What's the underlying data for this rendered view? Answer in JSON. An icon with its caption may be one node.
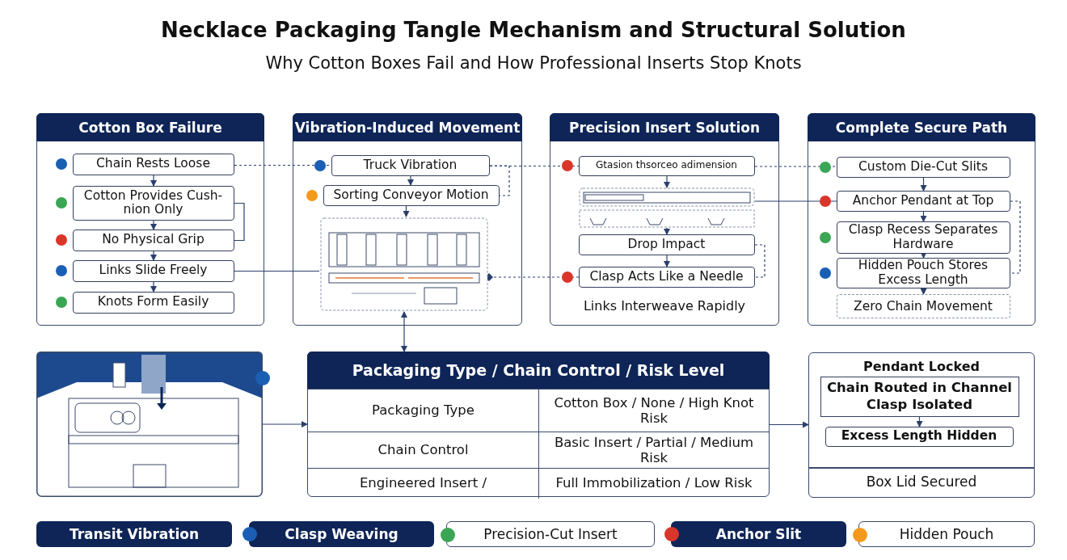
{
  "diagram": {
    "title": "Necklace Packaging Tangle Mechanism and Structural Solution",
    "nodes": [
      {
        "text": [
          "Cotton Box Failure"
        ]
      },
      {
        "text": [
          "Chain Rests Loose"
        ],
        "in": 0
      },
      {
        "text": [
          "Cotton Provides Cush- nion Only"
        ],
        "in": 0
      },
      {
        "text": [
          "No Physical Grip"
        ],
        "in": 0
      },
      {
        "text": [
          "Links Slide Freely"
        ],
        "in": 0
      },
      {
        "text": [
          "Knots Form Easily"
        ],
        "in": 0
      },
      {
        "text": [
          "Vibration-Induced Movement"
        ]
      },
      {
        "text": [
          "Truck Vibration"
        ],
        "in": 6
      },
      {
        "text": [
          "Sorting Conveyor Motion"
        ],
        "in": 6
      },
      {
        "text": [],
        "shape": "picture",
        "in": 6
      },
      {
        "text": [
          "Precision Insert Solution",
          "Links Interweave Rapidly"
        ]
      },
      {
        "text": [
          "Gtasion thsorceo adimension"
        ],
        "in": 10
      },
      {
        "text": [],
        "shape": "picture",
        "in": 10
      },
      {
        "text": [
          "Drop Impact"
        ],
        "in": 10
      },
      {
        "text": [
          "Clasp Acts Like a Needle"
        ],
        "in": 10
      },
      {
        "text": [
          "Complete Secure Path"
        ]
      },
      {
        "text": [
          "Custom Die-Cut Slits"
        ],
        "in": 15
      },
      {
        "text": [
          "Anchor Pendant at Top"
        ],
        "in": 15
      },
      {
        "text": [
          "Clasp Recess Separates Hardware"
        ],
        "in": 15
      },
      {
        "text": [
          "Hidden Pouch Stores Excess Length"
        ],
        "in": 15
      },
      {
        "text": [
          "Zero Chain Movement"
        ],
        "in": 15
      },
      {
        "text": [],
        "shape": "picture"
      },
      {
        "text": [
          "Packaging Type / Chain Control / Risk Level"
        ]
      },
      {
        "text": [
          "Pendant Locked",
          "Box Lid Secured"
        ]
      },
      {
        "text": [
          "Chain Routed in Channel",
          "Clasp Isolated"
        ],
        "in": 23
      },
      {
        "text": [
          "Excess Length Hidden"
        ],
        "in": 23
      }
    ],
    "edges": [
      {
        "from": 1,
        "to": 2,
        "arrow": "to"
      },
      {
        "from": 2,
        "to": 3,
        "arrow": "to"
      },
      {
        "from": 3,
        "to": 4,
        "arrow": "to"
      },
      {
        "from": 4,
        "to": 5,
        "arrow": "to"
      },
      {
        "from": 2,
        "to": 3,
        "arrow": "none"
      },
      {
        "from": 1,
        "to": 7,
        "arrow": "none",
        "style": "dashed"
      },
      {
        "from": 4,
        "to": 9,
        "arrow": "none"
      },
      {
        "from": 7,
        "to": 8,
        "arrow": "to"
      },
      {
        "from": 8,
        "to": 9,
        "arrow": "to"
      },
      {
        "from": 7,
        "to": 8,
        "arrow": "none",
        "style": "dashed"
      },
      {
        "from": 7,
        "to": 11,
        "arrow": "none",
        "style": "dashed"
      },
      {
        "from": 9,
        "to": 14,
        "arrow": "other",
        "style": "dashed"
      },
      {
        "from": 11,
        "to": 12,
        "arrow": "to"
      },
      {
        "from": 12,
        "to": 13,
        "arrow": "to"
      },
      {
        "from": 13,
        "to": 14,
        "arrow": "to"
      },
      {
        "from": 13,
        "to": 14,
        "arrow": "none",
        "style": "dashed"
      },
      {
        "from": 11,
        "to": 16,
        "arrow": "none",
        "style": "dashed"
      },
      {
        "from": 12,
        "to": 17,
        "arrow": "none"
      },
      {
        "from": 16,
        "to": 17,
        "arrow": "to"
      },
      {
        "from": 17,
        "to": 18,
        "arrow": "to"
      },
      {
        "from": 18,
        "to": 19,
        "arrow": "to"
      },
      {
        "from": 19,
        "to": 20,
        "arrow": "to"
      },
      {
        "from": 17,
        "to": 19,
        "arrow": "none",
        "style": "dashed"
      },
      {
        "from": 21,
        "to": 22,
        "arrow": "to"
      },
      {
        "from": 22,
        "to": 23,
        "arrow": "to"
      },
      {
        "from": 22,
        "to": 9,
        "arrow": "both"
      },
      {
        "from": 24,
        "to": 25,
        "arrow": "to"
      }
    ],
    "labels": [
      "Why Cotton Boxes Fail and How Professional Inserts Stop Knots",
      "Packaging Type",
      "Cotton Box / None / High Knot Risk",
      "Chain Control",
      "Basic Insert / Partial / Medium Risk",
      "Engineered Insert /",
      "Full Immobilization / Low Risk"
    ],
    "legend": [
      {
        "text": "Transit Vibration"
      },
      {
        "text": "Clasp Weaving",
        "color": "#1a5fb4"
      },
      {
        "text": "Precision-Cut Insert",
        "color": "#3aa655"
      },
      {
        "text": "Anchor Slit",
        "color": "#d9362b"
      },
      {
        "text": "Hidden Pouch",
        "color": "#f39a1c"
      }
    ]
  }
}
